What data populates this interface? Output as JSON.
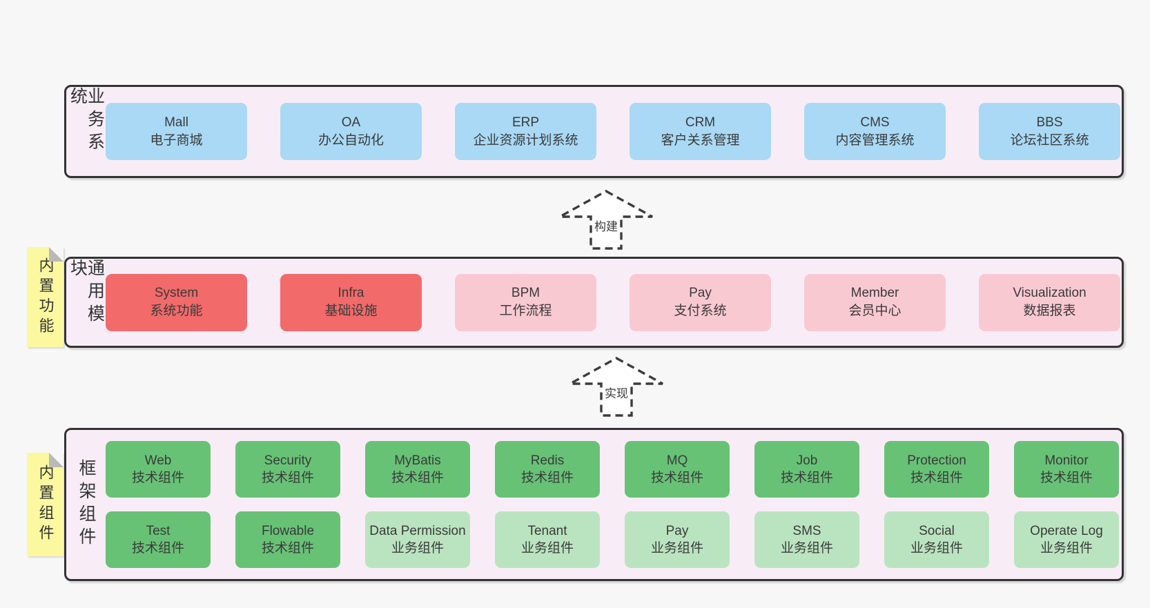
{
  "colors": {
    "page_bg": "#f7f7f7",
    "band_bg": "#f8edf7",
    "band_border": "#333333",
    "box_blue": "#a9d9f5",
    "box_red": "#f26a6a",
    "box_pink": "#f9c9d2",
    "box_green_dark": "#67c276",
    "box_green_light": "#bae4c0",
    "note_yellow": "#fbf8a0",
    "note_fold_gray": "#b9b9b9",
    "arrow_stroke": "#3c3c3c",
    "text": "#3a3a3a"
  },
  "arrows": {
    "build": {
      "label": "构建"
    },
    "implement": {
      "label": "实现"
    }
  },
  "bands": {
    "business": {
      "label": "业务系统",
      "boxes": [
        {
          "title": "Mall",
          "subtitle": "电子商城"
        },
        {
          "title": "OA",
          "subtitle": "办公自动化"
        },
        {
          "title": "ERP",
          "subtitle": "企业资源计划系统"
        },
        {
          "title": "CRM",
          "subtitle": "客户关系管理"
        },
        {
          "title": "CMS",
          "subtitle": "内容管理系统"
        },
        {
          "title": "BBS",
          "subtitle": "论坛社区系统"
        }
      ]
    },
    "modules": {
      "label": "通用模块",
      "note": "内置功能",
      "boxes": [
        {
          "title": "System",
          "subtitle": "系统功能",
          "variant": "red"
        },
        {
          "title": "Infra",
          "subtitle": "基础设施",
          "variant": "red"
        },
        {
          "title": "BPM",
          "subtitle": "工作流程",
          "variant": "pink"
        },
        {
          "title": "Pay",
          "subtitle": "支付系统",
          "variant": "pink"
        },
        {
          "title": "Member",
          "subtitle": "会员中心",
          "variant": "pink"
        },
        {
          "title": "Visualization",
          "subtitle": "数据报表",
          "variant": "pink"
        }
      ]
    },
    "framework": {
      "label": "框架组件",
      "note": "内置组件",
      "row1": [
        {
          "title": "Web",
          "subtitle": "技术组件",
          "variant": "green-dark"
        },
        {
          "title": "Security",
          "subtitle": "技术组件",
          "variant": "green-dark"
        },
        {
          "title": "MyBatis",
          "subtitle": "技术组件",
          "variant": "green-dark"
        },
        {
          "title": "Redis",
          "subtitle": "技术组件",
          "variant": "green-dark"
        },
        {
          "title": "MQ",
          "subtitle": "技术组件",
          "variant": "green-dark"
        },
        {
          "title": "Job",
          "subtitle": "技术组件",
          "variant": "green-dark"
        },
        {
          "title": "Protection",
          "subtitle": "技术组件",
          "variant": "green-dark"
        },
        {
          "title": "Monitor",
          "subtitle": "技术组件",
          "variant": "green-dark"
        }
      ],
      "row2": [
        {
          "title": "Test",
          "subtitle": "技术组件",
          "variant": "green-dark"
        },
        {
          "title": "Flowable",
          "subtitle": "技术组件",
          "variant": "green-dark"
        },
        {
          "title": "Data Permission",
          "subtitle": "业务组件",
          "variant": "green-light"
        },
        {
          "title": "Tenant",
          "subtitle": "业务组件",
          "variant": "green-light"
        },
        {
          "title": "Pay",
          "subtitle": "业务组件",
          "variant": "green-light"
        },
        {
          "title": "SMS",
          "subtitle": "业务组件",
          "variant": "green-light"
        },
        {
          "title": "Social",
          "subtitle": "业务组件",
          "variant": "green-light"
        },
        {
          "title": "Operate Log",
          "subtitle": "业务组件",
          "variant": "green-light"
        }
      ]
    }
  }
}
